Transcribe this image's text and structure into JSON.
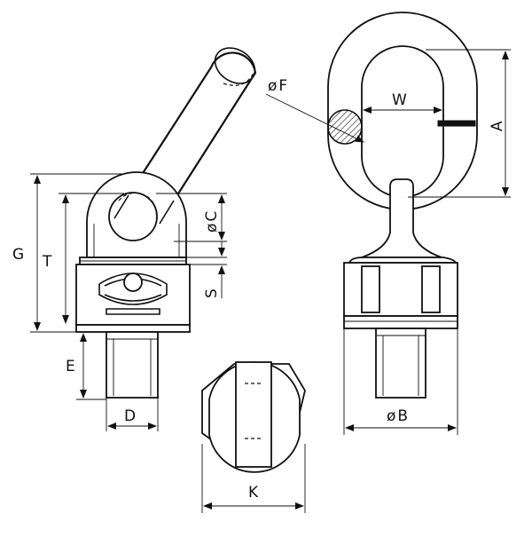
{
  "labels": {
    "G": "G",
    "T": "T",
    "C": "C",
    "S": "S",
    "E": "E",
    "D": "D",
    "K": "K",
    "F": "F",
    "W": "W",
    "A": "A",
    "B": "B",
    "diameter_symbol": "ø"
  }
}
